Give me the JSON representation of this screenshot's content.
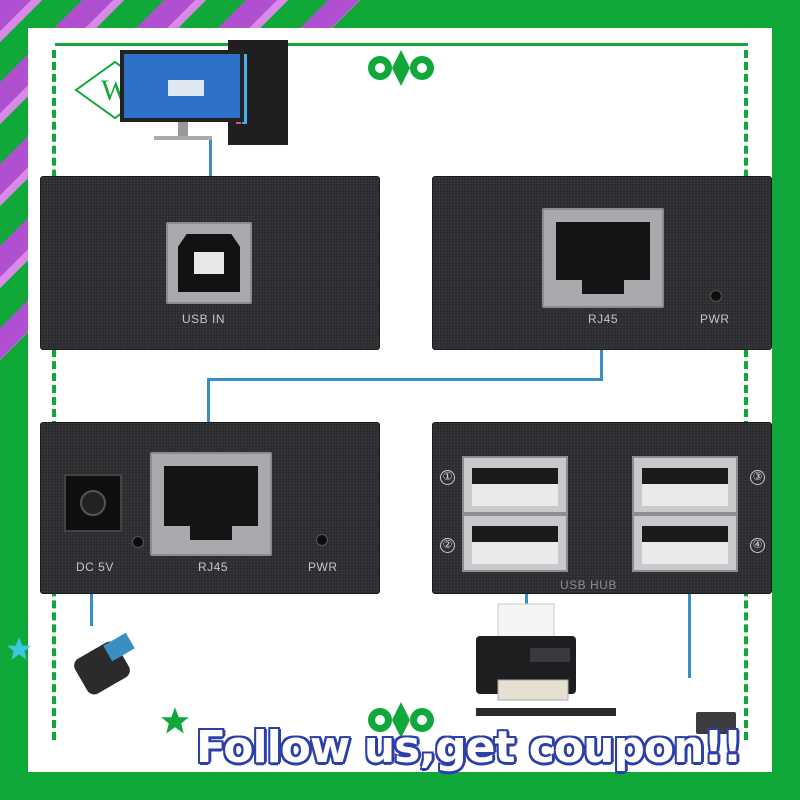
{
  "colors": {
    "frame": "#11a83a",
    "stripe": "#b04fd0",
    "device": "#2a2b2d",
    "cable": "#3a8fc2",
    "banner_outline": "#2c3fa8"
  },
  "logo": {
    "letter": "W"
  },
  "sender": {
    "usb_label": "USB IN",
    "rj45_label": "RJ45",
    "pwr_label": "PWR"
  },
  "receiver": {
    "dc_label": "DC 5V",
    "rj45_label": "RJ45",
    "pwr_label": "PWR",
    "hub_label": "USB HUB",
    "port_numbers": [
      "①",
      "②",
      "③",
      "④"
    ]
  },
  "banner": {
    "text": "Follow us,get coupon!!"
  }
}
